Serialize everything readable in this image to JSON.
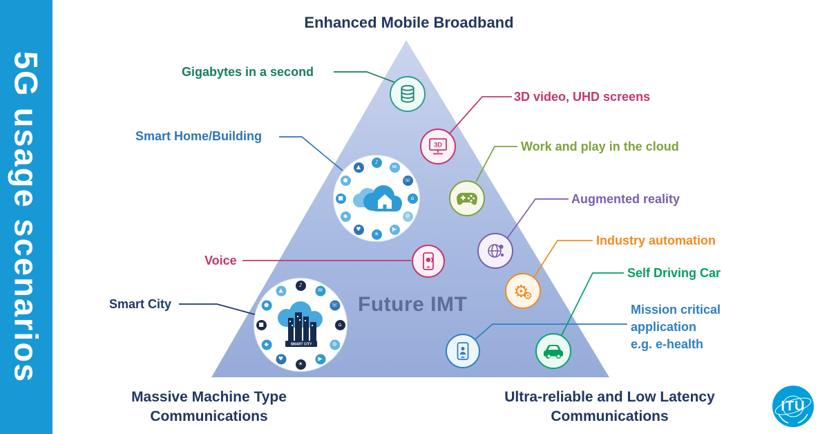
{
  "sidebar": {
    "title": "5G usage scenarios"
  },
  "pyramid": {
    "top_label": "Enhanced Mobile Broadband",
    "center_label": "Future IMT",
    "bottom_left": {
      "line1": "Massive Machine Type",
      "line2": "Communications"
    },
    "bottom_right": {
      "line1": "Ultra-reliable and Low Latency",
      "line2": "Communications"
    }
  },
  "scenarios": [
    {
      "id": "gigabytes",
      "label": "Gigabytes in a second",
      "color": "#177d61",
      "icon": "database-icon"
    },
    {
      "id": "3d-video",
      "label": "3D video, UHD screens",
      "color": "#c2376e",
      "icon": "3d-monitor-icon"
    },
    {
      "id": "cloud-work-play",
      "label": "Work and play in the cloud",
      "color": "#7da33c",
      "icon": "game-controller-icon"
    },
    {
      "id": "augmented-reality",
      "label": "Augmented reality",
      "color": "#7a5fae",
      "icon": "globe-network-icon"
    },
    {
      "id": "industry-automation",
      "label": "Industry automation",
      "color": "#ef8b22",
      "icon": "gears-icon"
    },
    {
      "id": "self-driving-car",
      "label": "Self Driving Car",
      "color": "#00a15f",
      "icon": "car-icon"
    },
    {
      "id": "mission-critical",
      "lines": [
        "Mission critical",
        "application",
        "e.g. e-health"
      ],
      "color": "#2f7fc1",
      "icon": "phone-user-icon"
    },
    {
      "id": "smart-home",
      "label": "Smart Home/Building",
      "color": "#2e75b6",
      "icon": "smart-home-cloud-icon"
    },
    {
      "id": "voice",
      "label": "Voice",
      "color": "#c2376e",
      "icon": "smartphone-icon"
    },
    {
      "id": "smart-city",
      "label": "Smart City",
      "color": "#1f3864",
      "icon": "smart-city-cloud-icon"
    }
  ],
  "icon_texts": {
    "monitor": "3D",
    "smart_city_badge": "SMART CITY",
    "gear_glyph": "⚙"
  },
  "device_glyphs": [
    "♪",
    "✉",
    "☏",
    "⌂",
    "⚙",
    "▶",
    "☀",
    "♥",
    "◆",
    "■",
    "●",
    "▲"
  ],
  "palette": {
    "sidebar_bg": "#1899d6",
    "triangle_top": "#ccd5ee",
    "triangle_bottom": "#96abd9",
    "heading_navy": "#21375f",
    "future_imt_color": "#5d6d96",
    "itu_blue": "#009edb"
  },
  "logo": {
    "text": "ITU"
  }
}
